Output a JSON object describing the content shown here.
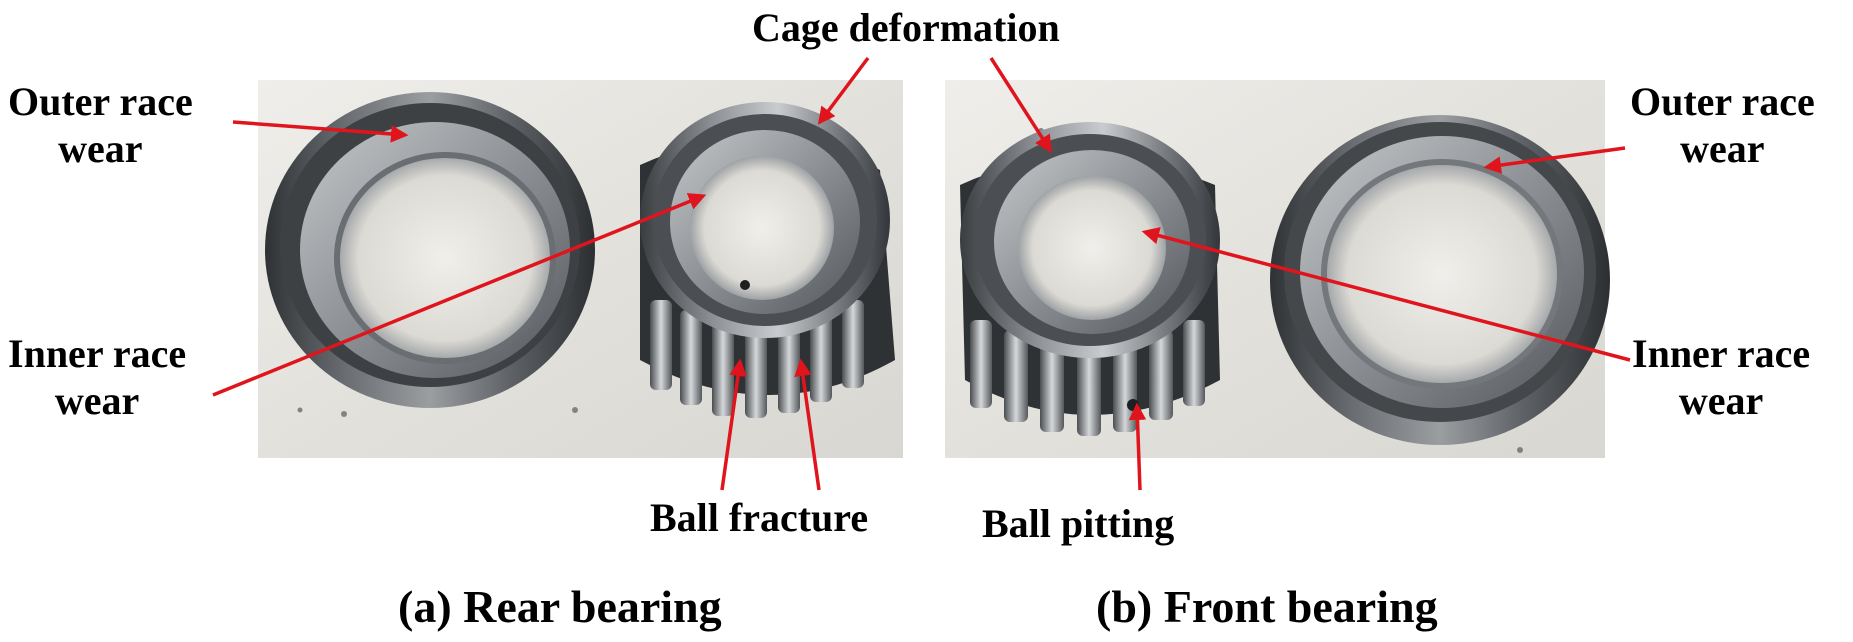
{
  "labels": {
    "cage_deformation": "Cage deformation",
    "outer_race_wear_left": "Outer race\nwear",
    "inner_race_wear_left": "Inner race\nwear",
    "ball_fracture": "Ball fracture",
    "ball_pitting": "Ball pitting",
    "outer_race_wear_right": "Outer race\nwear",
    "inner_race_wear_right": "Inner race\nwear"
  },
  "captions": {
    "rear": "(a) Rear bearing",
    "front": "(b) Front bearing"
  },
  "colors": {
    "arrow": "#e0141c",
    "text": "#000000",
    "steel_dark": "#3a3d40",
    "steel_mid": "#7d8185",
    "steel_light": "#b8bcbf",
    "photo_bg": "#e6e4df"
  }
}
